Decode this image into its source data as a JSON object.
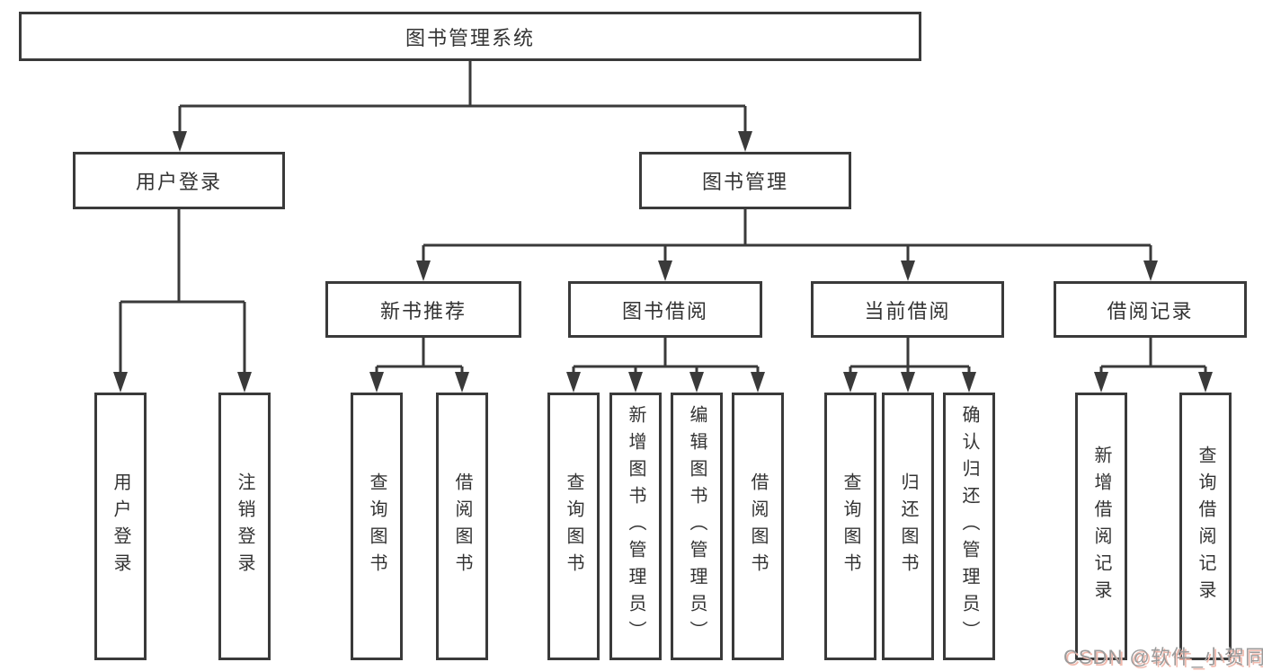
{
  "root": {
    "label": "图书管理系统"
  },
  "level2": {
    "user_login": "用户登录",
    "book_mgmt": "图书管理"
  },
  "level3": {
    "new_book_rec": "新书推荐",
    "book_borrow": "图书借阅",
    "current_borrow": "当前借阅",
    "borrow_record": "借阅记录"
  },
  "leaves": {
    "user_login": "用户登录",
    "logout": "注销登录",
    "rec_query": "查询图书",
    "rec_borrow": "借阅图书",
    "borrow_query": "查询图书",
    "borrow_add": "新增图书（管理员）",
    "borrow_edit": "编辑图书（管理员）",
    "borrow_borrow": "借阅图书",
    "cur_query": "查询图书",
    "cur_return": "归还图书",
    "cur_confirm": "确认归还（管理员）",
    "log_add": "新增借阅记录",
    "log_query": "查询借阅记录"
  },
  "watermark": {
    "text": "CSDN @软件_小贺同学"
  },
  "colors": {
    "line": "#3a3a3a",
    "text": "#333333",
    "background": "#ffffff",
    "watermark": "#9b9b9b",
    "watermark_shadow": "#f0b9ad"
  }
}
